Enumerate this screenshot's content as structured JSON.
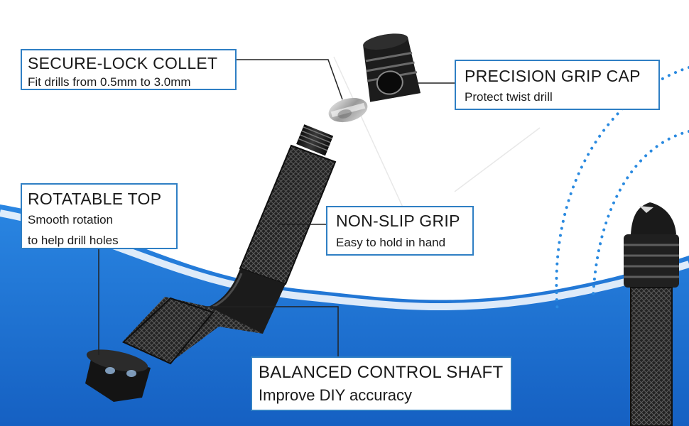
{
  "callouts": {
    "collet": {
      "title": "SECURE-LOCK COLLET",
      "subtitle": "Fit drills from 0.5mm to 3.0mm"
    },
    "cap": {
      "title": "PRECISION GRIP CAP",
      "subtitle": "Protect twist drill"
    },
    "top": {
      "title": "ROTATABLE TOP",
      "line1": "Smooth rotation",
      "line2": "to help drill holes"
    },
    "grip": {
      "title": "NON-SLIP GRIP",
      "subtitle": "Easy to hold in hand"
    },
    "shaft": {
      "title": "BALANCED CONTROL SHAFT",
      "subtitle": "Improve DIY accuracy"
    }
  },
  "colors": {
    "accent_blue": "#2f7fc4",
    "wave_blue": "#1f7ad6",
    "dots_blue": "#2a8ae0",
    "tool_black": "#1b1b1b"
  }
}
